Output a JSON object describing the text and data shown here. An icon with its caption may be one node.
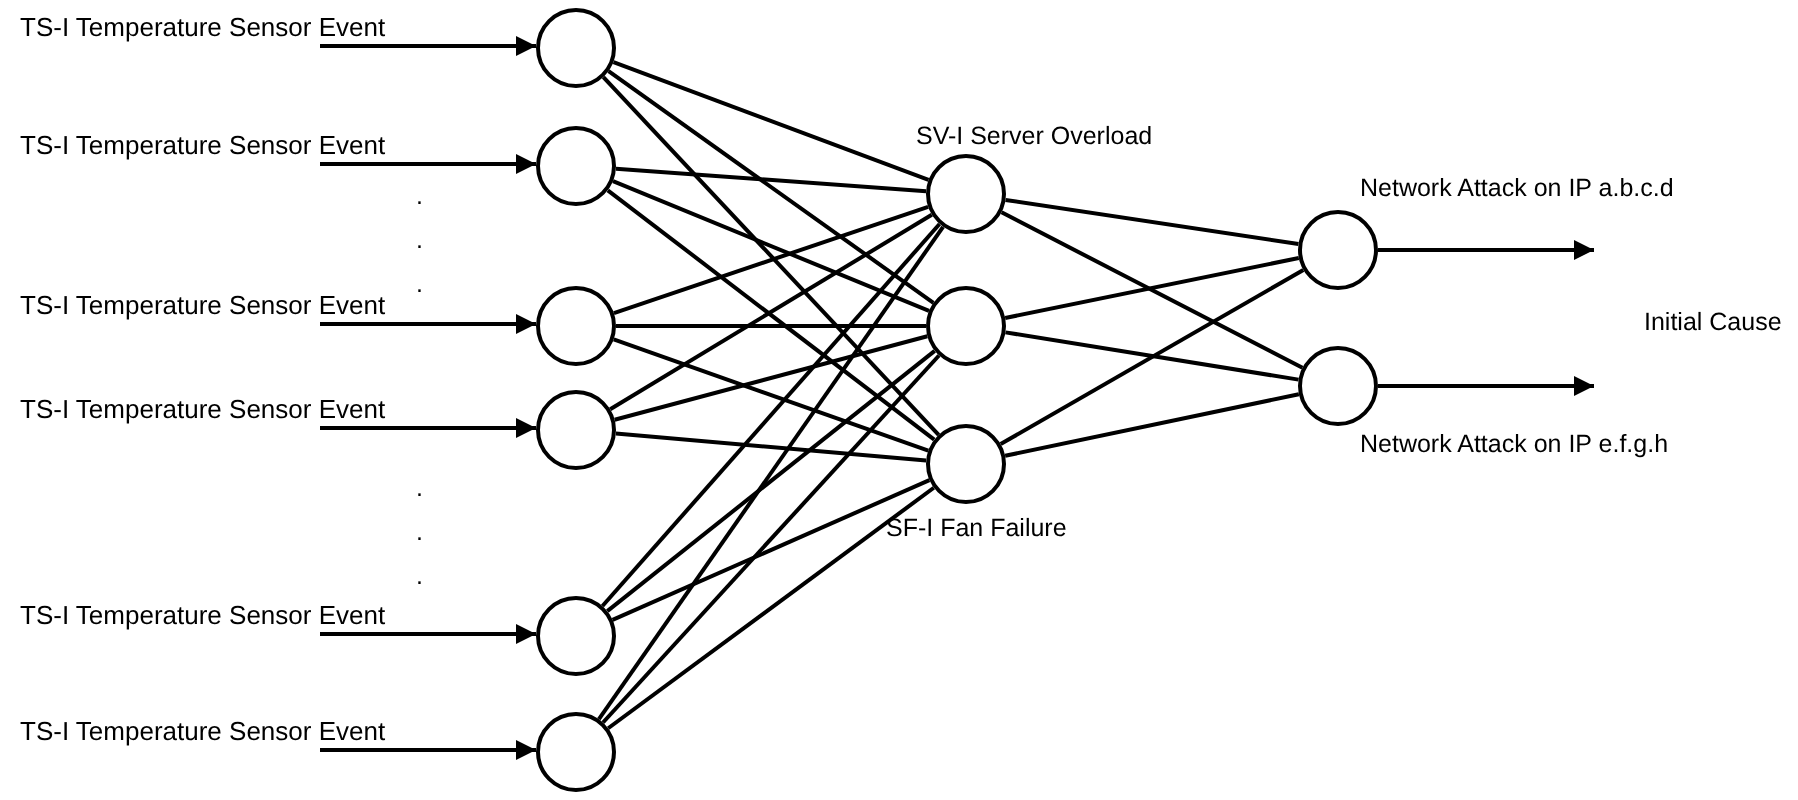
{
  "diagram": {
    "nodes": [
      {
        "text": [
          "TS-I Temperature Sensor Event"
        ]
      },
      {
        "text": [
          "TS-I Temperature Sensor Event"
        ]
      },
      {
        "text": [
          "TS-I Temperature Sensor Event"
        ]
      },
      {
        "text": [
          "TS-I Temperature Sensor Event"
        ]
      },
      {
        "text": [
          "TS-I Temperature Sensor Event"
        ]
      },
      {
        "text": [
          "TS-I Temperature Sensor Event"
        ]
      },
      {
        "text": [],
        "shape": "circle"
      },
      {
        "text": [],
        "shape": "circle"
      },
      {
        "text": [],
        "shape": "circle"
      },
      {
        "text": [],
        "shape": "circle"
      },
      {
        "text": [],
        "shape": "circle"
      },
      {
        "text": [],
        "shape": "circle"
      },
      {
        "text": [],
        "shape": "circle",
        "beside": [
          "SV-I Server Overload"
        ]
      },
      {
        "text": [],
        "shape": "circle"
      },
      {
        "text": [],
        "shape": "circle",
        "beside": [
          "SF-I Fan Failure"
        ]
      },
      {
        "text": [],
        "shape": "circle",
        "beside": [
          "Network Attack on IP a.b.c.d"
        ]
      },
      {
        "text": [],
        "shape": "circle",
        "beside": [
          "Network Attack on IP e.f.g.h"
        ]
      }
    ],
    "edges": [
      {
        "from": 0,
        "to": 6,
        "arrow": "to"
      },
      {
        "from": 1,
        "to": 7,
        "arrow": "to"
      },
      {
        "from": 2,
        "to": 8,
        "arrow": "to"
      },
      {
        "from": 3,
        "to": 9,
        "arrow": "to"
      },
      {
        "from": 4,
        "to": 10,
        "arrow": "to"
      },
      {
        "from": 5,
        "to": 11,
        "arrow": "to"
      },
      {
        "from": 6,
        "to": 12,
        "arrow": "none"
      },
      {
        "from": 6,
        "to": 13,
        "arrow": "none"
      },
      {
        "from": 6,
        "to": 14,
        "arrow": "none"
      },
      {
        "from": 7,
        "to": 12,
        "arrow": "none"
      },
      {
        "from": 7,
        "to": 13,
        "arrow": "none"
      },
      {
        "from": 7,
        "to": 14,
        "arrow": "none"
      },
      {
        "from": 8,
        "to": 12,
        "arrow": "none"
      },
      {
        "from": 8,
        "to": 13,
        "arrow": "none"
      },
      {
        "from": 8,
        "to": 14,
        "arrow": "none"
      },
      {
        "from": 9,
        "to": 12,
        "arrow": "none"
      },
      {
        "from": 9,
        "to": 13,
        "arrow": "none"
      },
      {
        "from": 9,
        "to": 14,
        "arrow": "none"
      },
      {
        "from": 10,
        "to": 12,
        "arrow": "none"
      },
      {
        "from": 10,
        "to": 13,
        "arrow": "none"
      },
      {
        "from": 10,
        "to": 14,
        "arrow": "none"
      },
      {
        "from": 11,
        "to": 12,
        "arrow": "none"
      },
      {
        "from": 11,
        "to": 13,
        "arrow": "none"
      },
      {
        "from": 11,
        "to": 14,
        "arrow": "none"
      },
      {
        "from": 12,
        "to": 15,
        "arrow": "none"
      },
      {
        "from": 12,
        "to": 16,
        "arrow": "none"
      },
      {
        "from": 13,
        "to": 15,
        "arrow": "none"
      },
      {
        "from": 13,
        "to": 16,
        "arrow": "none"
      },
      {
        "from": 14,
        "to": 15,
        "arrow": "none"
      },
      {
        "from": 14,
        "to": 16,
        "arrow": "none"
      },
      {
        "from": 15,
        "to": null,
        "arrow": "to"
      },
      {
        "from": 16,
        "to": null,
        "arrow": "to"
      }
    ],
    "labels": [
      ".",
      ".",
      ".",
      ".",
      ".",
      ".",
      "Initial Cause"
    ]
  }
}
